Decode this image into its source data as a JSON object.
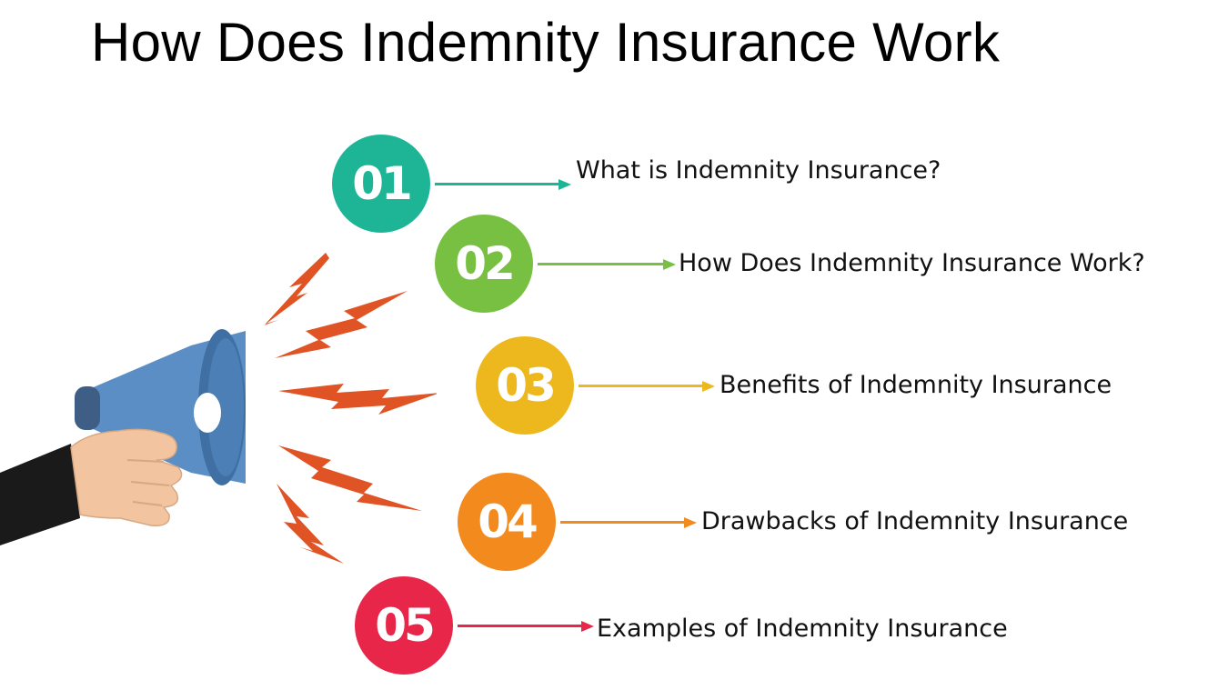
{
  "title": "How Does Indemnity Insurance Work",
  "steps": [
    {
      "number": "01",
      "label": "What is Indemnity Insurance?",
      "color": "#1DB596"
    },
    {
      "number": "02",
      "label": "How Does Indemnity Insurance Work?",
      "color": "#78C042"
    },
    {
      "number": "03",
      "label": "Benefits of Indemnity Insurance",
      "color": "#EDB81E"
    },
    {
      "number": "04",
      "label": "Drawbacks of Indemnity Insurance",
      "color": "#F28A1E"
    },
    {
      "number": "05",
      "label": "Examples of Indemnity Insurance",
      "color": "#E8264A"
    }
  ],
  "icons": {
    "main": "megaphone-icon",
    "sound": "lightning-bolt-icon"
  }
}
